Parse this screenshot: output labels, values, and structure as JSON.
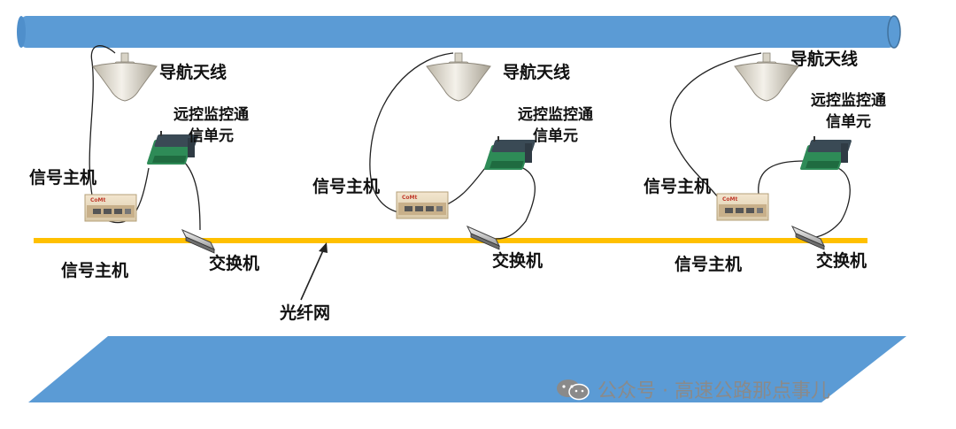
{
  "labels": {
    "antenna": "导航天线",
    "remote_unit_line1": "远控监控通",
    "remote_unit_line2": "信单元",
    "signal_host": "信号主机",
    "switch": "交换机",
    "fiber_network": "光纤网"
  },
  "watermark": {
    "text": "公众号 · 高速公路那点事儿",
    "icon": "wechat-icon"
  },
  "device_badge": "CoMt",
  "colors": {
    "tunnel_pipe": "#5b9bd5",
    "pipe_outline": "#41719c",
    "fiber_line": "#ffc000",
    "ground_plane": "#5b9bd5",
    "device_green": "#2e8b57",
    "device_dark": "#3a4a55"
  }
}
